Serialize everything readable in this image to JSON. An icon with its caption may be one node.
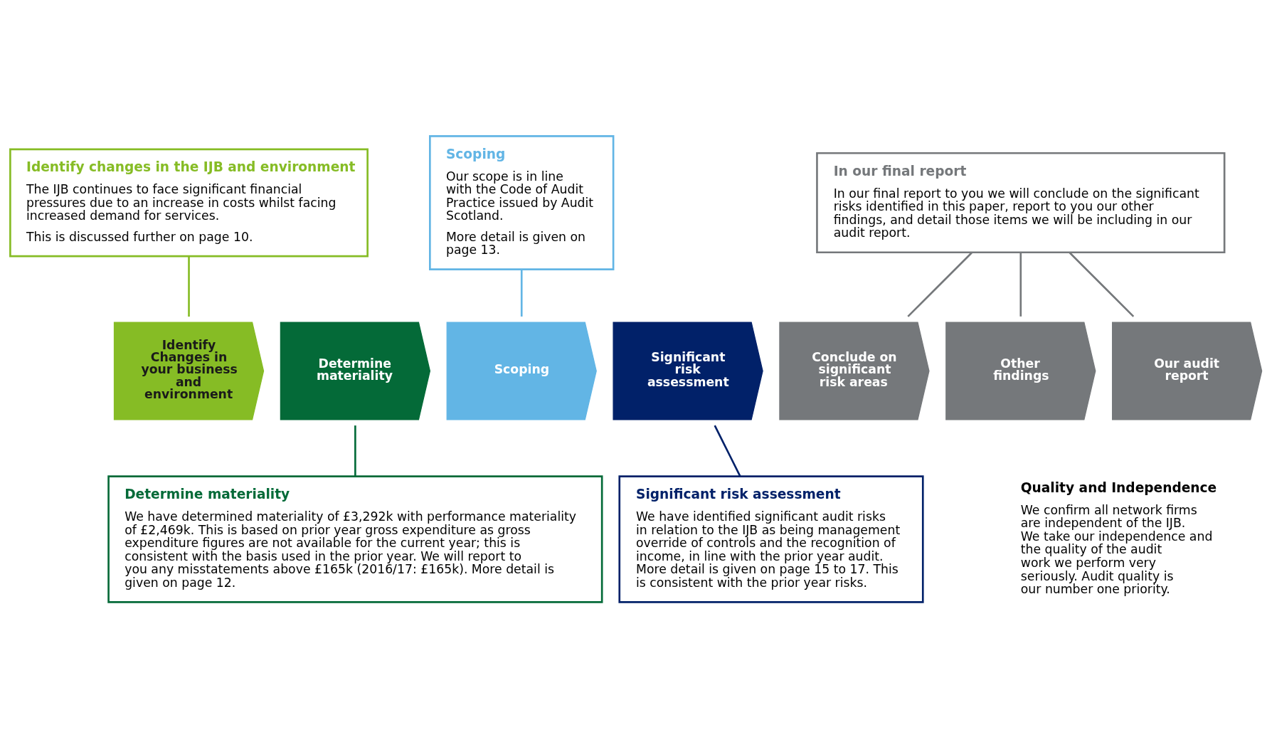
{
  "diagram": {
    "nodes": [
      {
        "text": [
          "Identify changes in the IJB and environment",
          "The IJB continues to face significant financial pressures due to an increase in costs whilst facing increased demand for services.",
          "This is discussed further on page 10."
        ]
      },
      {
        "text": [
          "Scoping",
          "Our scope is in line with the Code of Audit Practice issued by Audit Scotland.",
          "More detail is given on page 13."
        ]
      },
      {
        "text": [
          "In our final report",
          "In our final report to you we will conclude on the significant risks identified in this paper, report to you our other findings, and detail those items we will be including in our audit report."
        ]
      },
      {
        "text": [
          "Identify Changes in your business and environment"
        ]
      },
      {
        "text": [
          "Determine materiality"
        ]
      },
      {
        "text": [
          "Scoping"
        ]
      },
      {
        "text": [
          "Significant risk assessment"
        ]
      },
      {
        "text": [
          "Conclude on significant risk areas"
        ]
      },
      {
        "text": [
          "Other findings"
        ]
      },
      {
        "text": [
          "Our audit report"
        ]
      },
      {
        "text": [
          "Determine materiality",
          "We have determined materiality of £3,292k with performance materiality of £2,469k. This is based on prior year gross expenditure as gross expenditure figures are not available for the current year; this is consistent with the basis used in the prior year. We will report to you any misstatements above £165k (2016/17: £165k). More detail is given on page 12."
        ]
      },
      {
        "text": [
          "Significant risk assessment",
          "We have identified significant audit risks in relation to the IJB as being management override of controls and the recognition of income, in line with the prior year audit. More detail is given on page 15 to 17. This is consistent with the prior year risks."
        ]
      }
    ],
    "edges": [
      {
        "from": 0,
        "to": 3,
        "arrow": "none",
        "color": "#86bc25"
      },
      {
        "from": 1,
        "to": 5,
        "arrow": "none",
        "color": "#62b5e5"
      },
      {
        "from": 2,
        "to": 7,
        "arrow": "none"
      },
      {
        "from": 2,
        "to": 8,
        "arrow": "none"
      },
      {
        "from": 2,
        "to": 9,
        "arrow": "none"
      },
      {
        "from": 10,
        "to": 4,
        "arrow": "none",
        "color": "#046a38"
      },
      {
        "from": 11,
        "to": 6,
        "arrow": "none",
        "color": "#012169"
      }
    ],
    "labels": [
      "Quality and Independence",
      "We confirm all network firms are independent of the IJB.  We take our independence and the quality of the audit work we perform very seriously. Audit quality is our number one priority."
    ]
  }
}
